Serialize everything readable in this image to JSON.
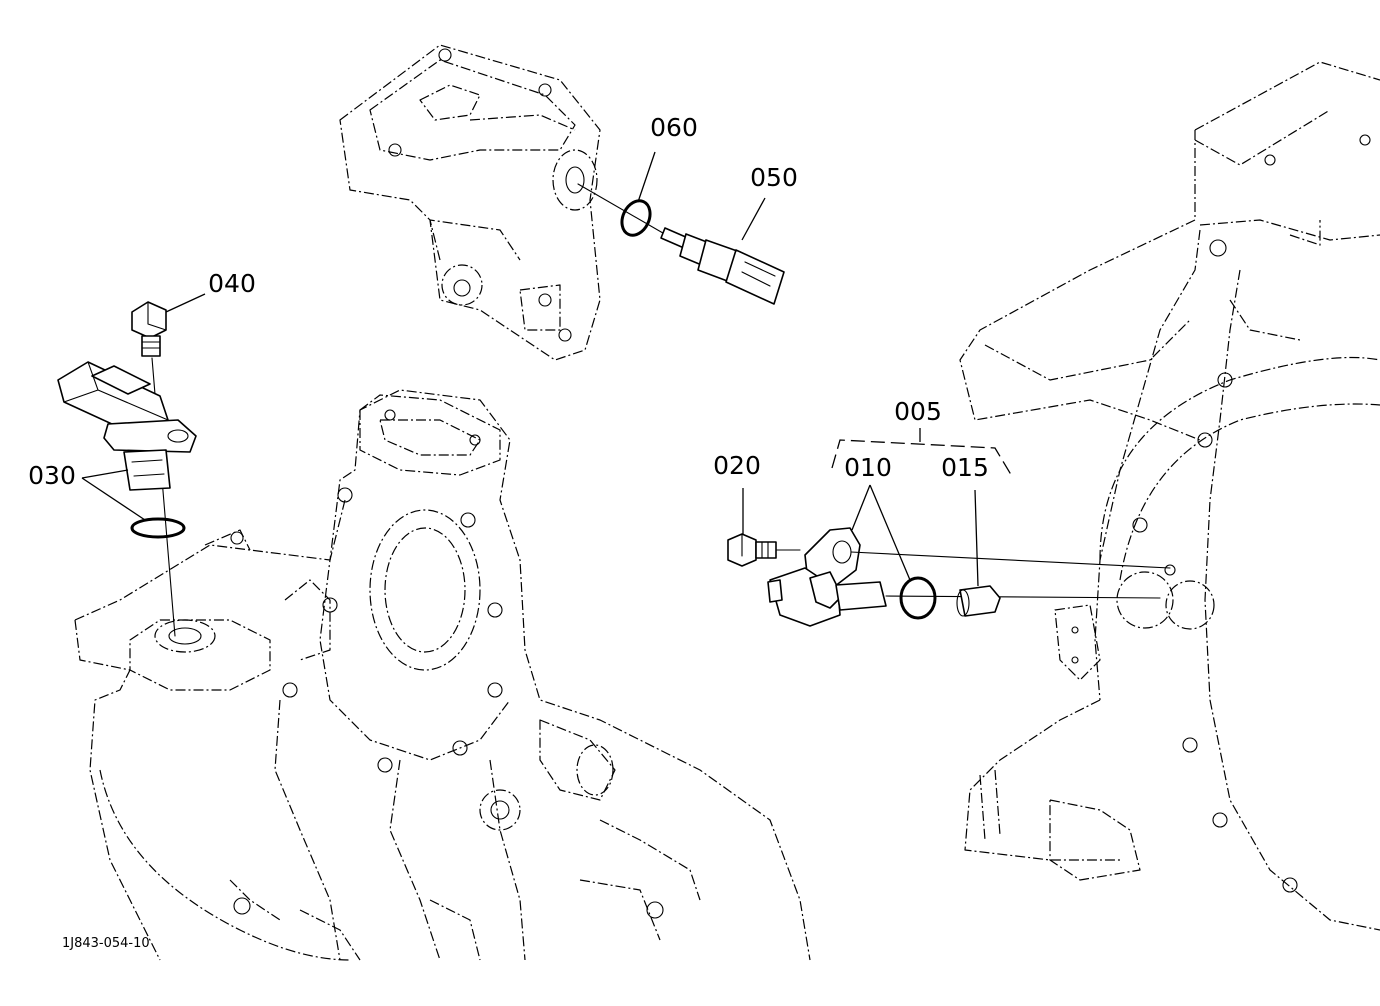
{
  "diagram": {
    "callouts": {
      "p005": "005",
      "p010": "010",
      "p015": "015",
      "p020": "020",
      "p030": "030",
      "p040": "040",
      "p050": "050",
      "p060": "060"
    },
    "reference_code": "1J843-054-10",
    "colors": {
      "line": "#000000",
      "background": "#ffffff"
    }
  }
}
